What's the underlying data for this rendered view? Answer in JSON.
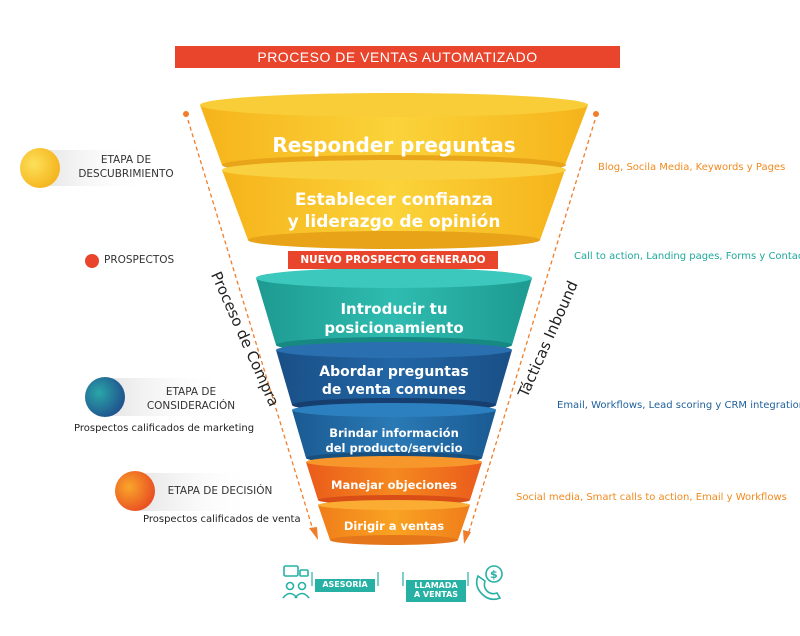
{
  "title": "PROCESO DE VENTAS AUTOMATIZADO",
  "funnel": {
    "layers": [
      {
        "label": "Responder preguntas",
        "color": "#f8c61e"
      },
      {
        "label": "Establecer confianza y liderazgo de opinión",
        "line1": "Establecer confianza",
        "line2": "y liderazgo de opinión",
        "color": "#f7c41f"
      },
      {
        "label": "Introducir tu posicionamiento",
        "line1": "Introducir tu",
        "line2": "posicionamiento",
        "color": "#2bb5aa"
      },
      {
        "label": "Abordar preguntas de venta comunes",
        "line1": "Abordar preguntas",
        "line2": "de venta comunes",
        "color": "#1f5f9b"
      },
      {
        "label": "Brindar información del producto/servicio",
        "line1": "Brindar información",
        "line2": "del producto/servicio",
        "color": "#1f6fa8"
      },
      {
        "label": "Manejar objeciones",
        "color": "#f27a1e"
      },
      {
        "label": "Dirigir a ventas",
        "color": "#f7981c"
      }
    ],
    "banner": "NUEVO PROSPECTO GENERADO"
  },
  "left": {
    "discovery": {
      "line1": "ETAPA DE",
      "line2": "DESCUBRIMIENTO"
    },
    "prospects": "PROSPECTOS",
    "consideration": {
      "line1": "ETAPA DE",
      "line2": "CONSIDERACIÓN",
      "sub": "Prospectos calificados de marketing"
    },
    "decision": {
      "line1": "ETAPA DE DECISIÓN",
      "sub": "Prospectos calificados de venta"
    },
    "vertical": "Proceso de Compra"
  },
  "right": {
    "vertical": "Tácticas Inbound",
    "tactics": [
      {
        "text": "Blog, Socila Media, Keywords y Pages",
        "color": "#f08a1e"
      },
      {
        "text": "Call to action, Landing pages, Forms y Contacts",
        "color": "#21a89b"
      },
      {
        "text": "Email, Workflows, Lead scoring y CRM integrations",
        "color": "#1f5f9b"
      },
      {
        "text": "Social media, Smart calls to action, Email y Workflows",
        "color": "#f08a1e"
      }
    ]
  },
  "bottom": {
    "advice": "ASESORÍA",
    "call_line1": "LLAMADA",
    "call_line2": "A VENTAS"
  }
}
